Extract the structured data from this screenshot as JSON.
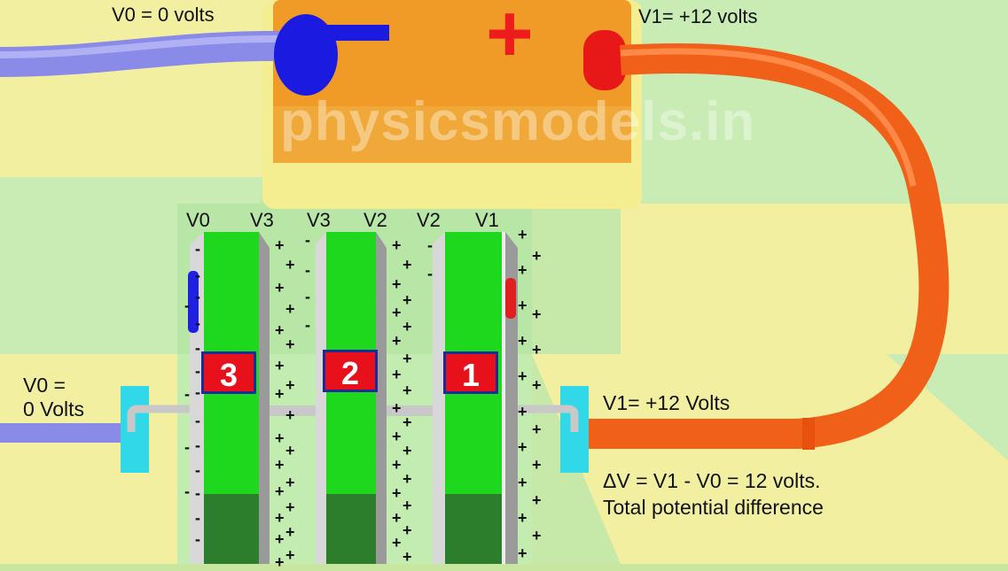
{
  "battery": {
    "negative_terminal": "V0 = 0 volts",
    "positive_terminal": "V1= +12 volts",
    "plus_symbol": "+",
    "minus_symbol": "−",
    "watermark": "physicsmodels.in"
  },
  "plate_labels": [
    "V0",
    "V3",
    "V3",
    "V2",
    "V2",
    "V1"
  ],
  "capacitors": [
    {
      "number": "3"
    },
    {
      "number": "2"
    },
    {
      "number": "1"
    }
  ],
  "left_terminal": "V0 =\n0 Volts",
  "right_terminal": "V1= +12 Volts",
  "equation": "ΔV = V1 - V0 = 12 volts.",
  "equation_caption": "Total potential difference",
  "charge_signs": {
    "negative": "-",
    "positive": "+"
  },
  "colors": {
    "negative_wire": "#8f8fe6",
    "positive_wire": "#f06018",
    "battery_body": "#f0a020",
    "plate_green": "#1ed81e",
    "badge_red": "#e8101a"
  }
}
